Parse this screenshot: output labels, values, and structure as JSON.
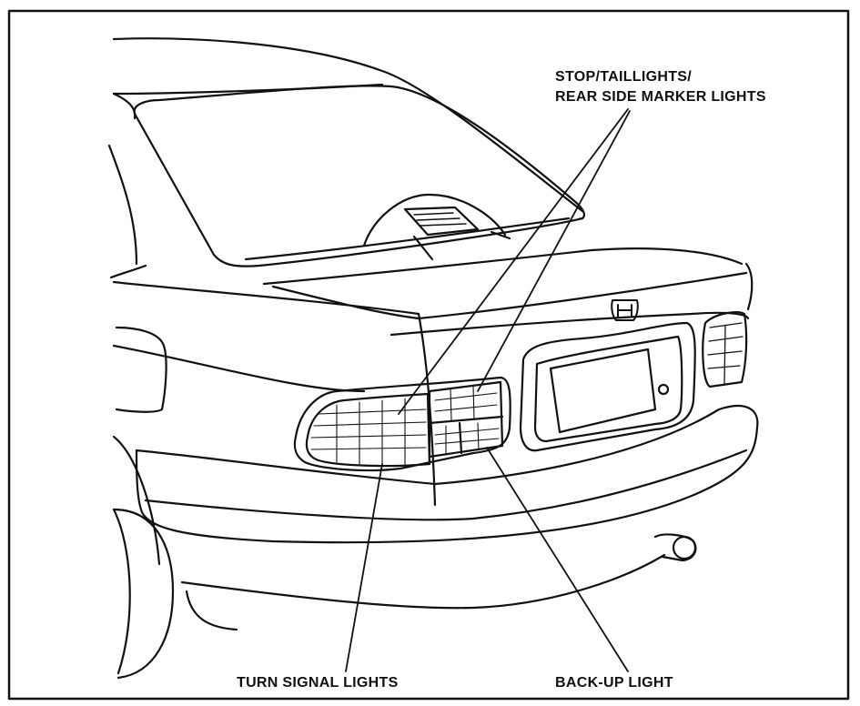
{
  "labels": {
    "stop_line1": "STOP/TAILLIGHTS/",
    "stop_line2": "REAR SIDE MARKER LIGHTS",
    "turn_signal": "TURN SIGNAL LIGHTS",
    "backup": "BACK-UP LIGHT"
  },
  "colors": {
    "line": "#111111",
    "background": "#ffffff"
  },
  "icons": {
    "emblem": "honda-emblem-icon"
  }
}
